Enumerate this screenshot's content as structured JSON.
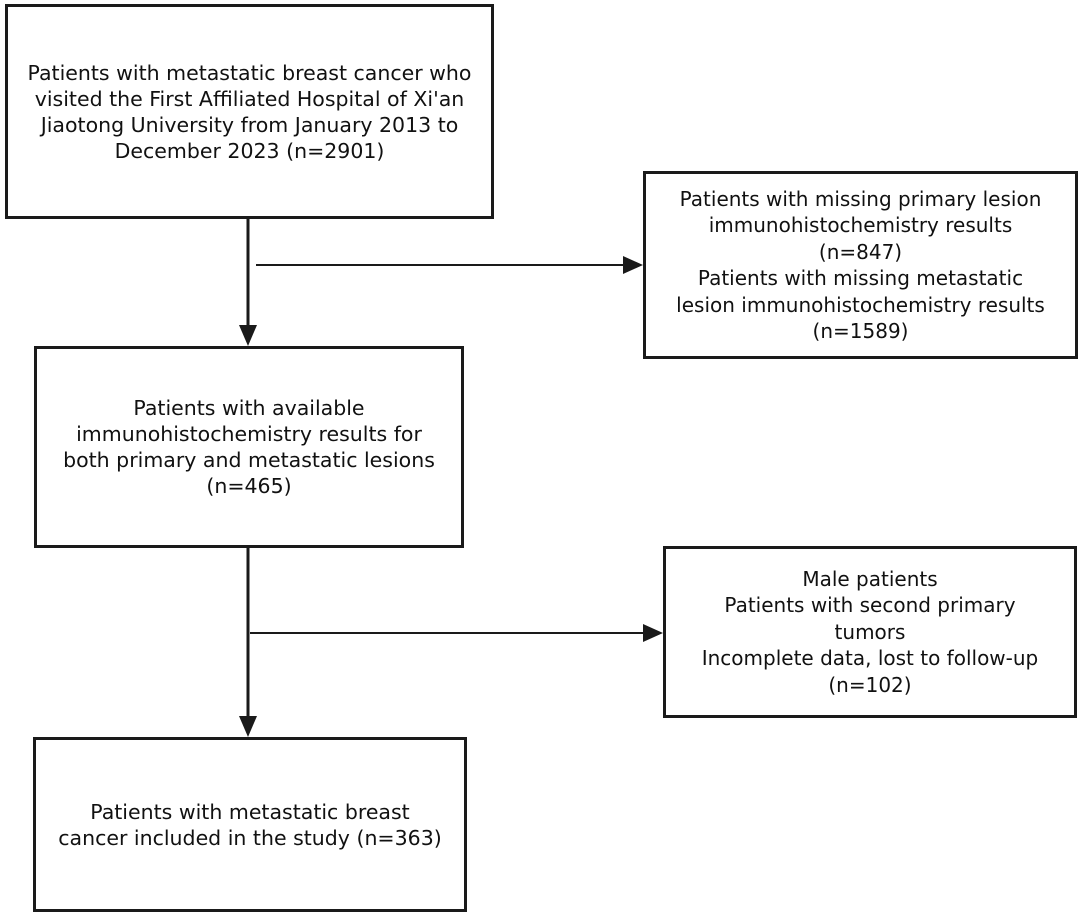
{
  "flowchart": {
    "boxes": [
      {
        "id": "box-1",
        "lines": [
          "Patients with metastatic breast cancer who",
          "visited the First Affiliated Hospital of Xi'an",
          "Jiaotong University from January 2013 to",
          "December 2023 (n=2901)"
        ]
      },
      {
        "id": "box-2",
        "lines": [
          "Patients with missing primary lesion",
          "immunohistochemistry results",
          "(n=847)",
          "Patients with missing metastatic",
          "lesion immunohistochemistry results",
          "(n=1589)"
        ]
      },
      {
        "id": "box-3",
        "lines": [
          "Patients with available",
          "immunohistochemistry results for",
          "both primary and metastatic lesions",
          "(n=465)"
        ]
      },
      {
        "id": "box-4",
        "lines": [
          "Male patients",
          "Patients with second primary",
          "tumors",
          "Incomplete data, lost to follow-up",
          "(n=102)"
        ]
      },
      {
        "id": "box-5",
        "lines": [
          "Patients with metastatic breast",
          "cancer included in the study (n=363)"
        ]
      }
    ],
    "colors": {
      "stroke": "#1a1a1a",
      "background": "#ffffff",
      "text": "#111111"
    }
  }
}
